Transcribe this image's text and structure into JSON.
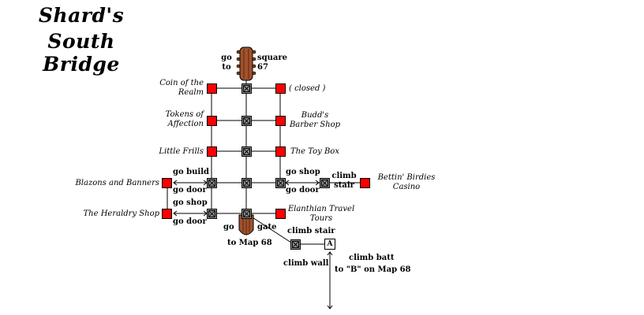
{
  "title": {
    "line1": "Shard's",
    "line2": "South Bridge"
  },
  "shops": {
    "coin_of_the_realm": "Coin of the Realm",
    "closed": "( closed )",
    "tokens_of_affection": "Tokens of Affection",
    "budds_barber_shop": "Budd's Barber Shop",
    "little_frills": "Little Frills",
    "the_toy_box": "The Toy Box",
    "blazons_and_banners": "Blazons and Banners",
    "bettin_birdies_casino": "Bettin' Birdies Casino",
    "the_heraldry_shop": "The Heraldry Shop",
    "elanthian_travel_tours": "Elanthian Travel Tours"
  },
  "commands": {
    "go_to_north": "go to",
    "square_67": "square 67",
    "go_build": "go build",
    "go_door_blazons": "go door",
    "go_shop_heraldry": "go shop",
    "go_door_heraldry": "go door",
    "go_shop_casino": "go shop",
    "go_door_casino": "go door",
    "climb_stair_casino": "climb stair",
    "go_gate_left": "go",
    "go_gate_right": "gate",
    "to_map_68": "to Map 68",
    "climb_stair_travel": "climb stair",
    "climb_wall": "climb wall",
    "climb_batt": "climb batt",
    "to_b_on_map_68": "to \"B\" on Map 68"
  },
  "markers": {
    "a": "A"
  }
}
